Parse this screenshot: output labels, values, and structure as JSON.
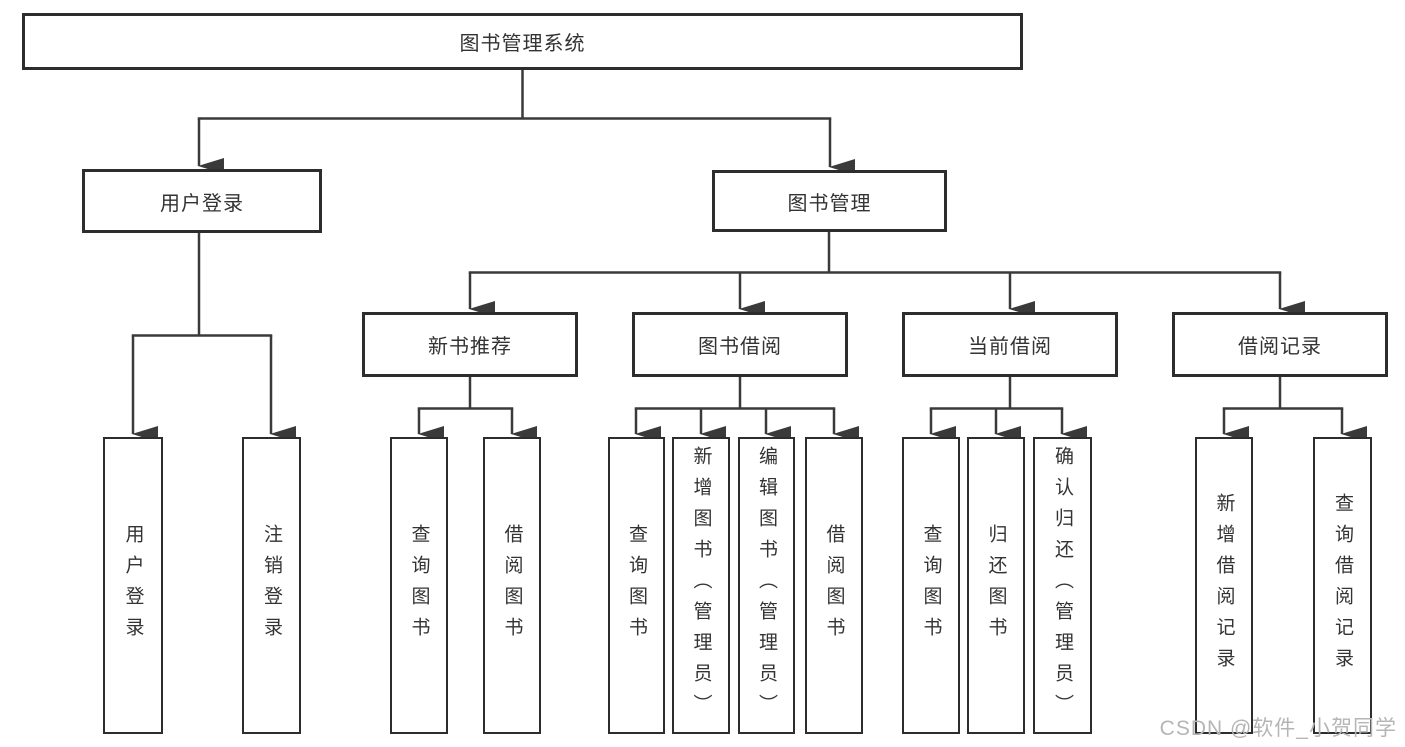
{
  "tree": {
    "root": {
      "label": "图书管理系统"
    },
    "branches": [
      {
        "label": "用户登录",
        "children": [
          {
            "label": "用户登录"
          },
          {
            "label": "注销登录"
          }
        ]
      },
      {
        "label": "图书管理",
        "sections": [
          {
            "label": "新书推荐",
            "children": [
              {
                "label": "查询图书"
              },
              {
                "label": "借阅图书"
              }
            ]
          },
          {
            "label": "图书借阅",
            "children": [
              {
                "label": "查询图书"
              },
              {
                "label": "新增图书（管理员）"
              },
              {
                "label": "编辑图书（管理员）"
              },
              {
                "label": "借阅图书"
              }
            ]
          },
          {
            "label": "当前借阅",
            "children": [
              {
                "label": "查询图书"
              },
              {
                "label": "归还图书"
              },
              {
                "label": "确认归还（管理员）"
              }
            ]
          },
          {
            "label": "借阅记录",
            "children": [
              {
                "label": "新增借阅记录"
              },
              {
                "label": "查询借阅记录"
              }
            ]
          }
        ]
      }
    ]
  },
  "watermark": {
    "text": "CSDN @软件_小贺同学"
  },
  "style": {
    "line_color": "#3a3a3a",
    "box_border_color": "#2d2d2d",
    "box_fill": "#ffffff",
    "text_color": "#333333",
    "watermark_color": "#b5b5b5"
  }
}
